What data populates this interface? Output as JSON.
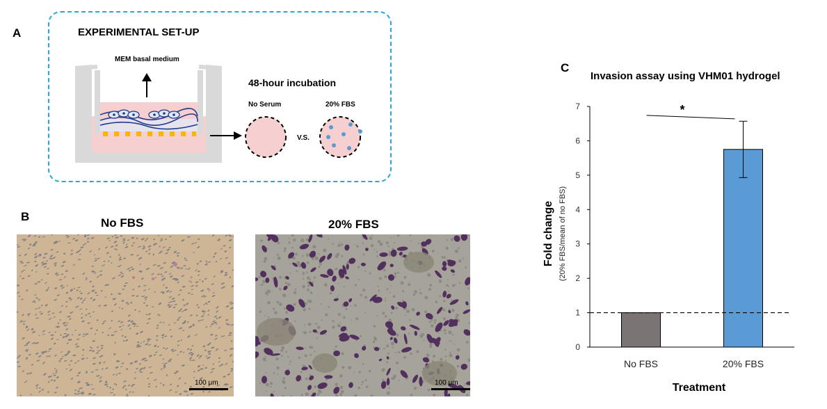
{
  "panel_a": {
    "letter": "A",
    "title": "EXPERIMENTAL SET-UP",
    "medium_label": "MEM basal medium",
    "incubation_label": "48-hour incubation",
    "no_serum_label": "No Serum",
    "fbs_label": "20% FBS",
    "vs_label": "V.S."
  },
  "panel_b": {
    "letter": "B",
    "left_title": "No FBS",
    "right_title": "20% FBS",
    "left_scale": "100 μm",
    "right_scale": "100 μm"
  },
  "panel_c": {
    "letter": "C"
  },
  "colors": {
    "accent_blue": "#29a6e0",
    "bar_no_fbs": "#7a7574",
    "bar_fbs": "#5b9bd5",
    "medium_pink": "#f6d0d0",
    "membrane_yellow": "#f5b800",
    "cell_purple": "#5a2a6a"
  },
  "chart_data": {
    "type": "bar",
    "title": "Invasion assay using VHM01 hydrogel",
    "xlabel": "Treatment",
    "ylabel": "Fold change",
    "ylabel_sub": "(20% FBS/mean of no FBS)",
    "categories": [
      "No FBS",
      "20% FBS"
    ],
    "values": [
      1.0,
      5.75
    ],
    "errors": [
      0,
      0.82
    ],
    "ylim": [
      0,
      7
    ],
    "yticks": [
      "0",
      "1",
      "2",
      "3",
      "4",
      "5",
      "6",
      "7"
    ],
    "reference_line": 1,
    "significance_marker": "*",
    "grid": false
  }
}
